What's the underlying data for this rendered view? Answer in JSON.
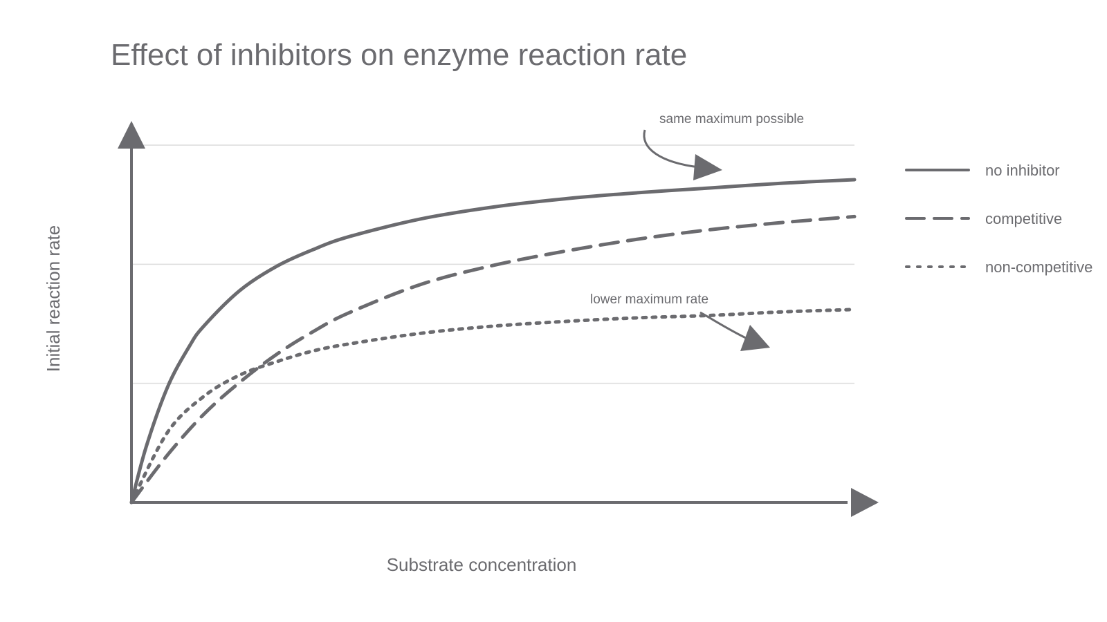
{
  "chart_data": {
    "type": "line",
    "title": "Effect of inhibitors on enzyme reaction rate",
    "xlabel": "Substrate concentration",
    "ylabel": "Initial reaction rate",
    "xlim": [
      0,
      100
    ],
    "ylim": [
      0,
      3
    ],
    "grid": true,
    "legend_position": "right",
    "series": [
      {
        "name": "no inhibitor",
        "style": "solid",
        "color": "#6b6b6f",
        "x": [
          0,
          2,
          5,
          8,
          10,
          15,
          20,
          25,
          30,
          40,
          50,
          60,
          70,
          80,
          90,
          100
        ],
        "y": [
          0,
          0.46,
          0.97,
          1.31,
          1.48,
          1.78,
          1.98,
          2.12,
          2.23,
          2.38,
          2.48,
          2.55,
          2.6,
          2.64,
          2.68,
          2.71
        ]
      },
      {
        "name": "competitive",
        "style": "dashed",
        "color": "#6b6b6f",
        "x": [
          0,
          5,
          10,
          15,
          20,
          25,
          30,
          40,
          50,
          60,
          70,
          80,
          90,
          100
        ],
        "y": [
          0,
          0.4,
          0.74,
          1.01,
          1.24,
          1.43,
          1.59,
          1.83,
          1.99,
          2.11,
          2.21,
          2.29,
          2.35,
          2.4
        ]
      },
      {
        "name": "non-competitive",
        "style": "dotted",
        "color": "#6b6b6f",
        "x": [
          0,
          5,
          10,
          15,
          20,
          25,
          30,
          40,
          50,
          60,
          70,
          80,
          90,
          100
        ],
        "y": [
          0,
          0.59,
          0.89,
          1.07,
          1.18,
          1.27,
          1.33,
          1.42,
          1.48,
          1.52,
          1.55,
          1.57,
          1.6,
          1.62
        ]
      }
    ],
    "annotations": [
      {
        "text": "same maximum possible",
        "target_x": 82,
        "target_y": 2.85
      },
      {
        "text": "lower maximum rate",
        "target_x": 88,
        "target_y": 1.32
      }
    ]
  }
}
